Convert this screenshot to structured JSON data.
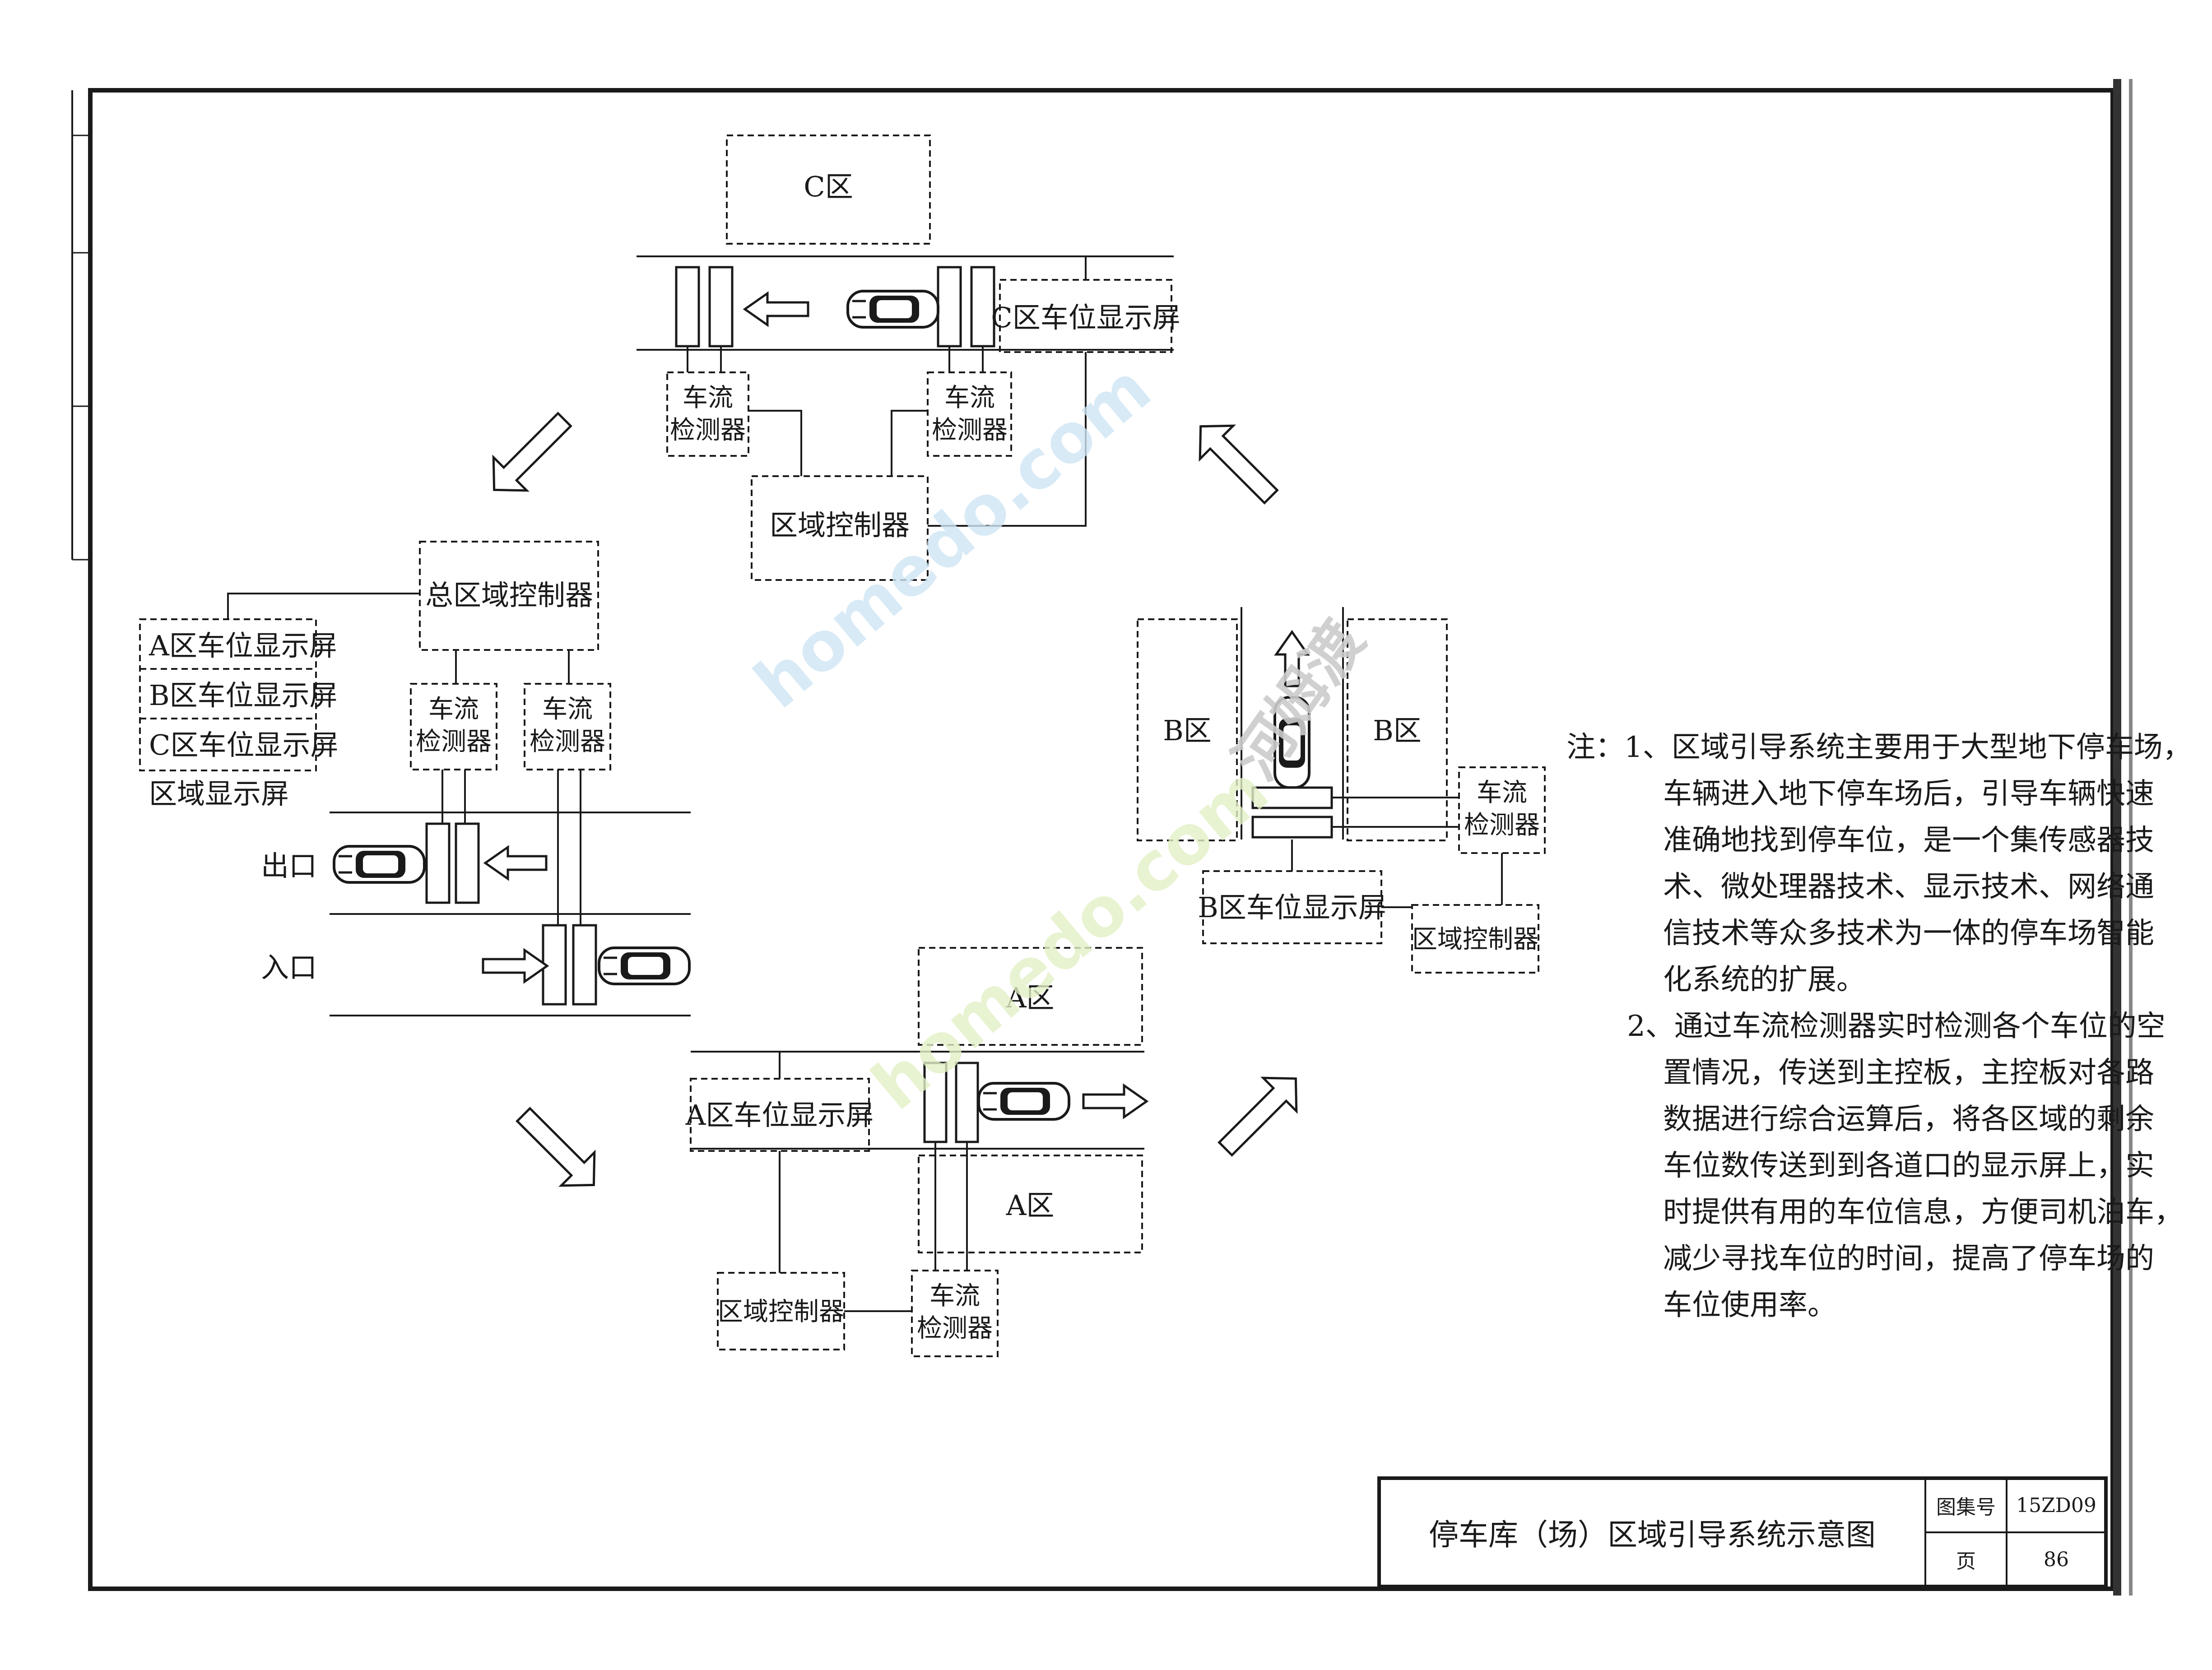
{
  "labels": {
    "zone_c": "C区",
    "zone_c_display": "C区车位显示屏",
    "detector": "车流\n检测器",
    "zone_controller": "区域控制器",
    "master_controller": "总区域控制器",
    "zone_a_display": "A区车位显示屏",
    "zone_b_display": "B区车位显示屏",
    "zone_display_group": "区域显示屏",
    "exit": "出口",
    "entrance": "入口",
    "zone_a": "A区",
    "zone_b": "B区"
  },
  "notes": {
    "prefix": "注：",
    "item1_lines": [
      "1、区域引导系统主要用于大型地下停车场，",
      "车辆进入地下停车场后，引导车辆快速",
      "准确地找到停车位，是一个集传感器技",
      "术、微处理器技术、显示技术、网络通",
      "信技术等众多技术为一体的停车场智能",
      "化系统的扩展。"
    ],
    "item2_lines": [
      "2、通过车流检测器实时检测各个车位的空",
      "置情况，传送到主控板，主控板对各路",
      "数据进行综合运算后，将各区域的剩余",
      "车位数传送到到各道口的显示屏上，实",
      "时提供有用的车位信息，方便司机泊车，",
      "减少寻找车位的时间，提高了停车场的",
      "车位使用率。"
    ]
  },
  "title_block": {
    "title": "停车库（场）区域引导系统示意图",
    "atlas_label": "图集号",
    "atlas_value": "15ZD09",
    "page_label": "页",
    "page_value": "86"
  },
  "watermark": {
    "site": "homedo.com",
    "brand": "河姆渡"
  },
  "colors": {
    "line": "#1a1a1a",
    "watermark_blue": "#cfe6f5",
    "watermark_green": "#e3f1c6",
    "watermark_grey": "#cccccc"
  }
}
